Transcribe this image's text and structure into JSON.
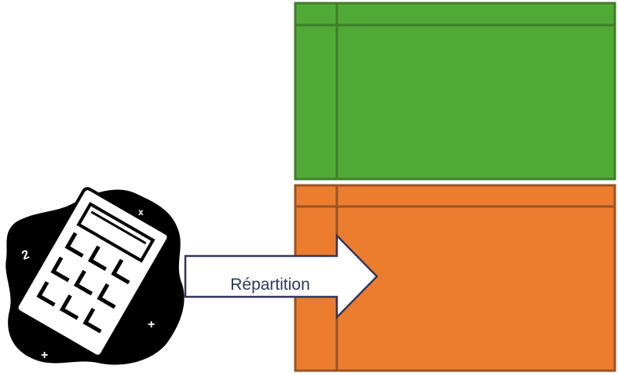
{
  "arrow": {
    "label": "Répartition"
  },
  "calculator": {
    "icon": "calculator-icon",
    "symbols": [
      "2",
      "x",
      "+",
      "+"
    ]
  },
  "colors": {
    "green_block": "#52aa36",
    "green_lines": "#3f7d2a",
    "orange_block": "#ec7d2f",
    "orange_lines": "#9a5426",
    "arrow_stroke": "#33365c",
    "calculator_ink": "#000000"
  }
}
